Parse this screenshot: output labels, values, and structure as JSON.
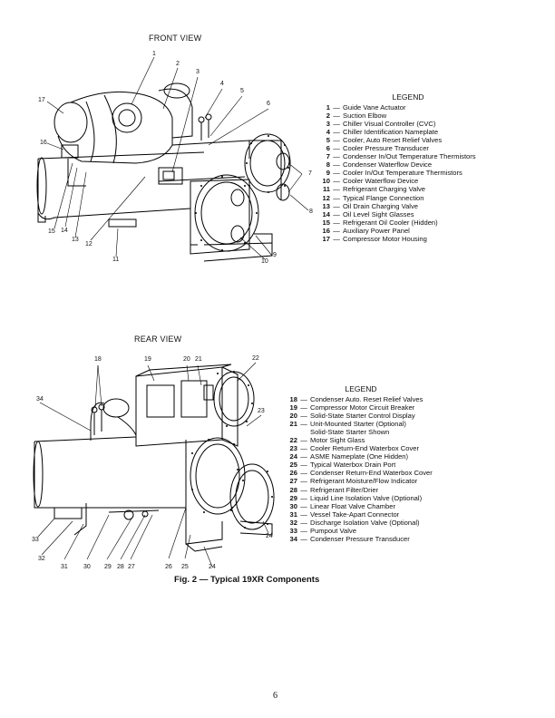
{
  "front_view": {
    "title": "FRONT VIEW",
    "legend_title": "LEGEND",
    "legend": [
      {
        "num": "1",
        "text": "Guide Vane Actuator"
      },
      {
        "num": "2",
        "text": "Suction Elbow"
      },
      {
        "num": "3",
        "text": "Chiller Visual Controller (CVC)"
      },
      {
        "num": "4",
        "text": "Chiller Identification Nameplate"
      },
      {
        "num": "5",
        "text": "Cooler, Auto Reset Relief Valves"
      },
      {
        "num": "6",
        "text": "Cooler Pressure Transducer"
      },
      {
        "num": "7",
        "text": "Condenser In/Out Temperature Thermistors"
      },
      {
        "num": "8",
        "text": "Condenser Waterflow Device"
      },
      {
        "num": "9",
        "text": "Cooler In/Out Temperature Thermistors"
      },
      {
        "num": "10",
        "text": "Cooler Waterflow Device"
      },
      {
        "num": "11",
        "text": "Refrigerant Charging Valve"
      },
      {
        "num": "12",
        "text": "Typical Flange Connection"
      },
      {
        "num": "13",
        "text": "Oil Drain Charging Valve"
      },
      {
        "num": "14",
        "text": "Oil Level Sight Glasses"
      },
      {
        "num": "15",
        "text": "Refrigerant Oil Cooler (Hidden)"
      },
      {
        "num": "16",
        "text": "Auxiliary Power Panel"
      },
      {
        "num": "17",
        "text": "Compressor Motor Housing"
      }
    ],
    "callouts": [
      "1",
      "2",
      "3",
      "4",
      "5",
      "6",
      "7",
      "8",
      "9",
      "10",
      "11",
      "12",
      "13",
      "14",
      "15",
      "16",
      "17"
    ]
  },
  "rear_view": {
    "title": "REAR VIEW",
    "legend_title": "LEGEND",
    "legend": [
      {
        "num": "18",
        "text": "Condenser Auto. Reset Relief Valves"
      },
      {
        "num": "19",
        "text": "Compressor Motor Circuit Breaker"
      },
      {
        "num": "20",
        "text": "Solid-State Starter Control Display"
      },
      {
        "num": "21",
        "text": "Unit-Mounted Starter (Optional)"
      },
      {
        "num": "",
        "text": "Solid-State Starter Shown"
      },
      {
        "num": "22",
        "text": "Motor Sight Glass"
      },
      {
        "num": "23",
        "text": "Cooler Return-End Waterbox Cover"
      },
      {
        "num": "24",
        "text": "ASME Nameplate (One Hidden)"
      },
      {
        "num": "25",
        "text": "Typical Waterbox Drain Port"
      },
      {
        "num": "26",
        "text": "Condenser Return-End Waterbox Cover"
      },
      {
        "num": "27",
        "text": "Refrigerant Moisture/Flow Indicator"
      },
      {
        "num": "28",
        "text": "Refrigerant Filter/Drier"
      },
      {
        "num": "29",
        "text": "Liquid Line Isolation Valve (Optional)"
      },
      {
        "num": "30",
        "text": "Linear Float Valve Chamber"
      },
      {
        "num": "31",
        "text": "Vessel Take-Apart Connector"
      },
      {
        "num": "32",
        "text": "Discharge Isolation Valve (Optional)"
      },
      {
        "num": "33",
        "text": "Pumpout Valve"
      },
      {
        "num": "34",
        "text": "Condenser Pressure Transducer"
      }
    ],
    "callouts": [
      "18",
      "19",
      "20",
      "21",
      "22",
      "23",
      "24",
      "24",
      "25",
      "26",
      "27",
      "28",
      "29",
      "30",
      "31",
      "32",
      "33",
      "34"
    ]
  },
  "caption": "Fig. 2 — Typical 19XR Components",
  "page_number": "6"
}
